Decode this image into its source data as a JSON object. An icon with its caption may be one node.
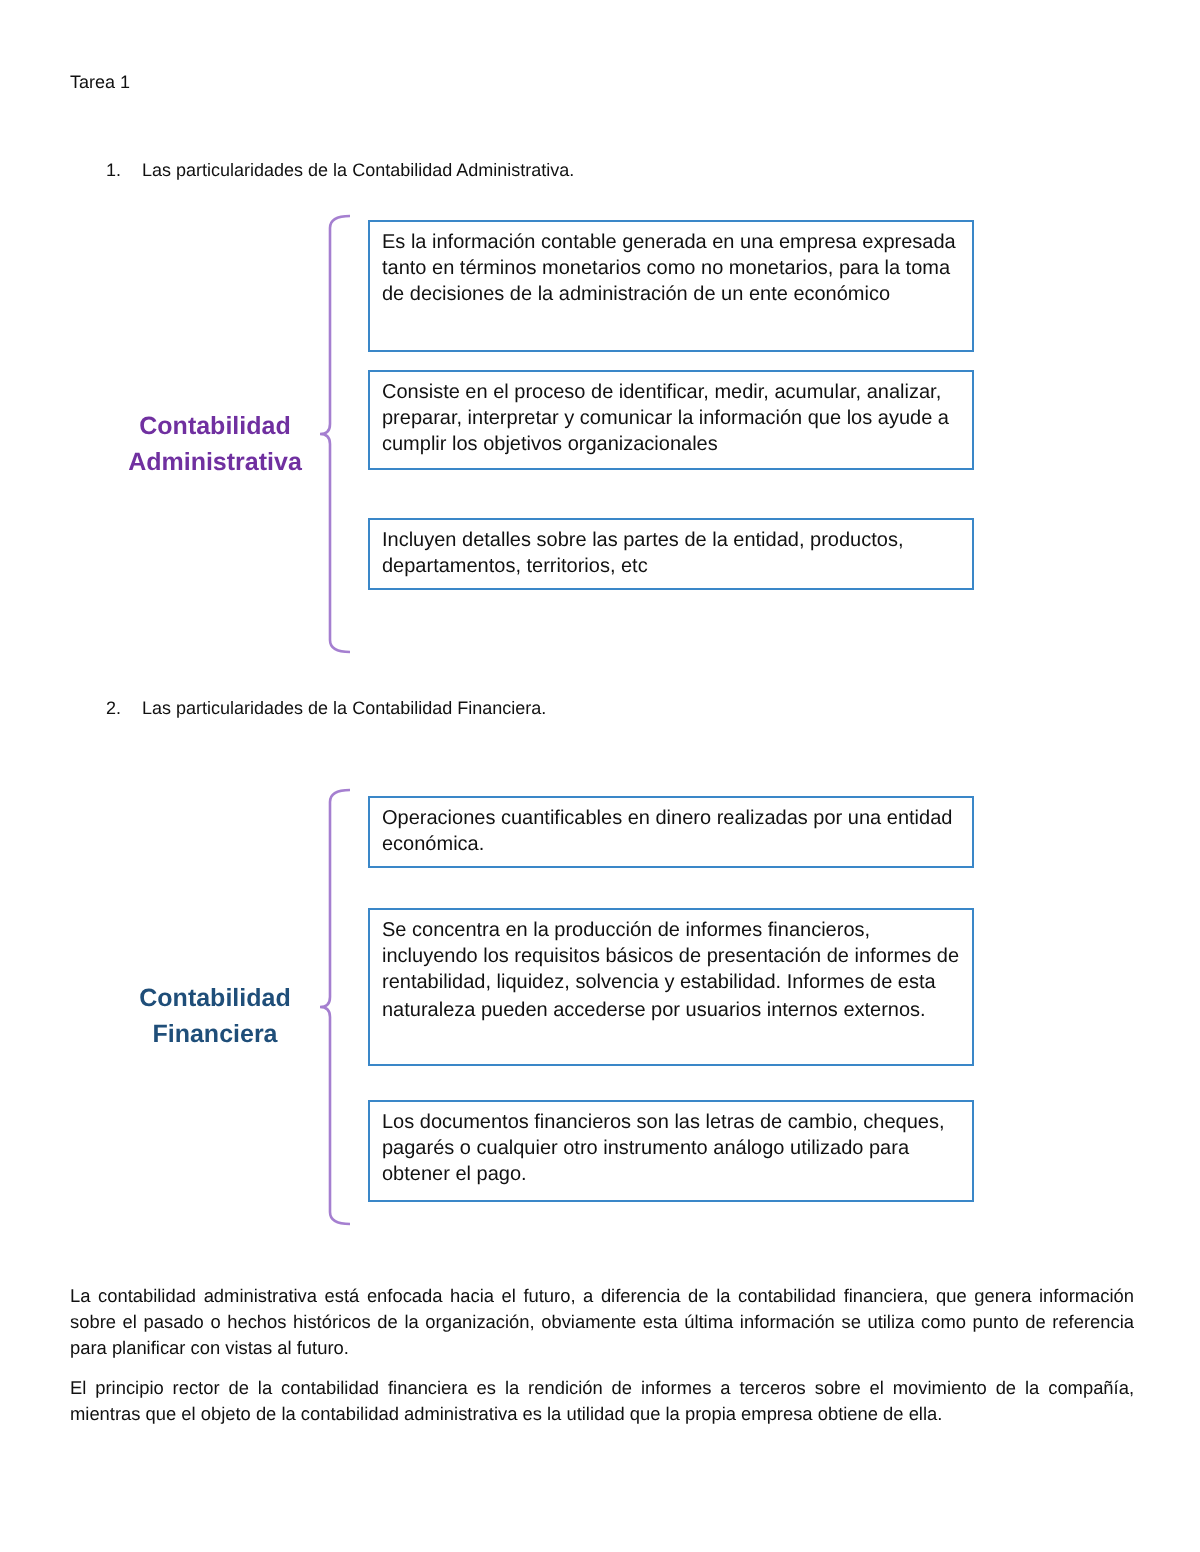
{
  "diagram": {
    "nodes": [
      {
        "text": [
          "Contabilidad Administrativa"
        ]
      },
      {
        "text": [
          "Es la información contable generada en una empresa expresada tanto en términos monetarios como no monetarios, para la toma de decisiones de la administración de un ente económico"
        ]
      },
      {
        "text": [
          "Consiste en el proceso de identificar, medir, acumular, analizar, preparar, interpretar y comunicar la información que los ayude a cumplir los objetivos organizacionales"
        ]
      },
      {
        "text": [
          "Incluyen detalles sobre las partes de la entidad, productos, departamentos, territorios, etc"
        ]
      },
      {
        "text": [
          "Contabilidad Financiera"
        ]
      },
      {
        "text": [
          "Operaciones cuantificables en dinero realizadas por una entidad económica."
        ]
      },
      {
        "text": [
          "Se concentra en la producción de informes financieros, incluyendo los requisitos básicos de presentación de informes de rentabilidad, liquidez, solvencia y estabilidad. Informes de esta naturaleza pueden accederse por usuarios internos externos."
        ]
      },
      {
        "text": [
          "Los documentos financieros son las letras de cambio, cheques, pagarés o cualquier otro instrumento análogo utilizado para obtener el pago."
        ]
      }
    ],
    "labels": [
      "Tarea 1",
      "1.",
      "Las particularidades de la Contabilidad Administrativa.",
      "2.",
      "Las particularidades de la Contabilidad Financiera.",
      "La contabilidad administrativa está enfocada hacia el futuro, a diferencia de la contabilidad financiera, que genera información sobre el pasado o hechos históricos de la organización, obviamente esta última información se utiliza como punto de referencia para planificar con vistas al futuro.",
      "El principio rector de la contabilidad financiera es la rendición de informes a terceros sobre el movimiento de la compañía, mientras que el objeto de la contabilidad administrativa es la utilidad que la propia empresa obtiene de ella."
    ]
  }
}
